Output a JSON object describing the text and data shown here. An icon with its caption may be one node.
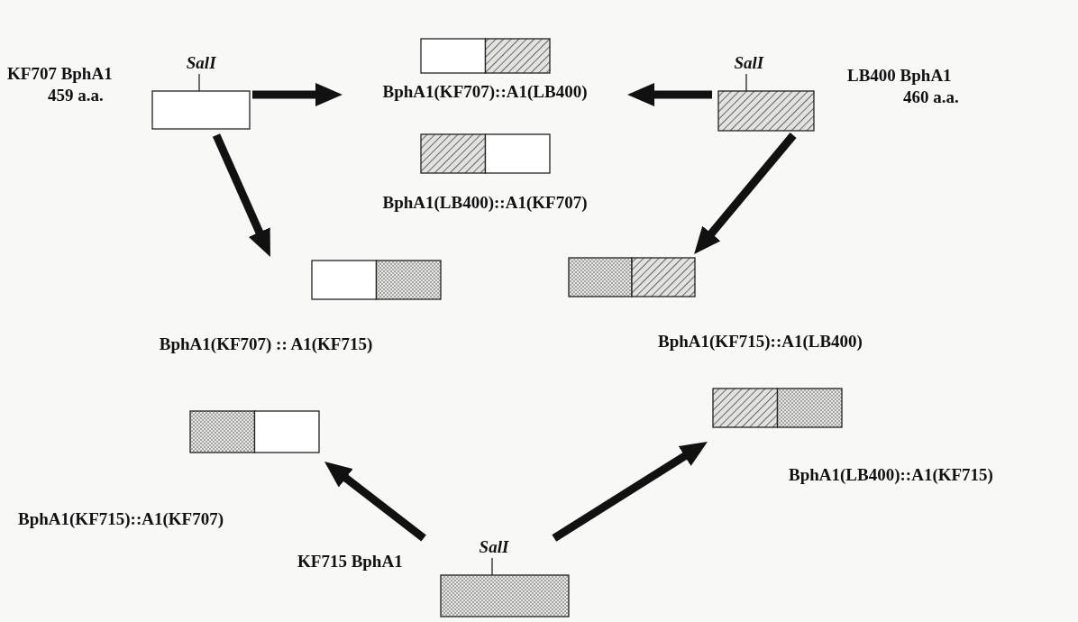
{
  "diagram": {
    "nodes": [
      {
        "text": [
          "KF707 BphA1",
          "459 a.a."
        ],
        "beside": [
          "SalI"
        ]
      },
      {
        "text": [
          "BphA1(KF707)::A1(LB400)"
        ]
      },
      {
        "text": [
          "LB400 BphA1",
          "460 a.a."
        ],
        "beside": [
          "SalI"
        ]
      },
      {
        "text": [
          "BphA1(LB400)::A1(KF707)"
        ]
      },
      {
        "text": [
          "BphA1(KF707) :: A1(KF715)"
        ]
      },
      {
        "text": [
          "BphA1(KF715)::A1(LB400)"
        ]
      },
      {
        "text": [
          "BphA1(KF715)::A1(KF707)"
        ]
      },
      {
        "text": [
          "BphA1(LB400)::A1(KF715)"
        ]
      },
      {
        "text": [
          "KF715 BphA1"
        ],
        "beside": [
          "SalI"
        ]
      }
    ],
    "edges": [
      {
        "from": 0,
        "to": 1,
        "arrow": "to"
      },
      {
        "from": 2,
        "to": 1,
        "arrow": "to"
      },
      {
        "from": 0,
        "to": 4,
        "arrow": "to"
      },
      {
        "from": 2,
        "to": 5,
        "arrow": "to"
      },
      {
        "from": 8,
        "to": 6,
        "arrow": "to"
      },
      {
        "from": 8,
        "to": 7,
        "arrow": "to"
      }
    ]
  }
}
